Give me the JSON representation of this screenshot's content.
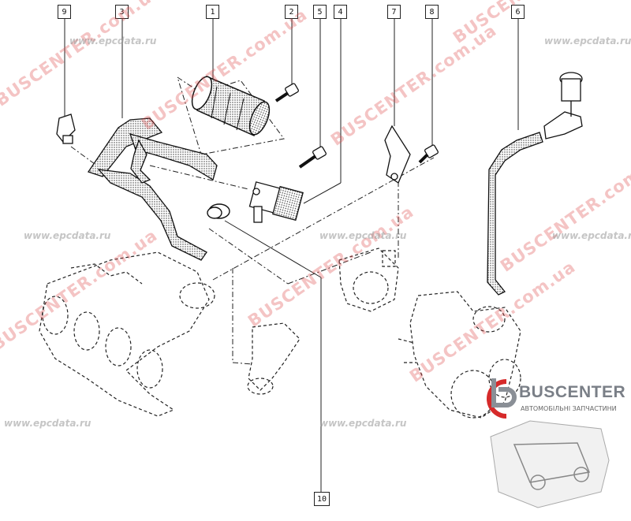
{
  "callouts": [
    {
      "label": "9"
    },
    {
      "label": "3"
    },
    {
      "label": "1"
    },
    {
      "label": "2"
    },
    {
      "label": "5"
    },
    {
      "label": "4"
    },
    {
      "label": "7"
    },
    {
      "label": "8"
    },
    {
      "label": "6"
    },
    {
      "label": "10"
    }
  ],
  "watermarks": {
    "red": [
      "BUSCENTER.com.ua"
    ],
    "grey": [
      "www.epcdata.ru"
    ]
  },
  "brand": {
    "name": "BUSCENTER",
    "tagline": "АВТОМОБІЛЬНІ ЗАПЧАСТИНИ",
    "accent_color": "#d62a2a"
  },
  "colors": {
    "line": "#1a1a1a",
    "watermark_red": "#dc4646"
  }
}
